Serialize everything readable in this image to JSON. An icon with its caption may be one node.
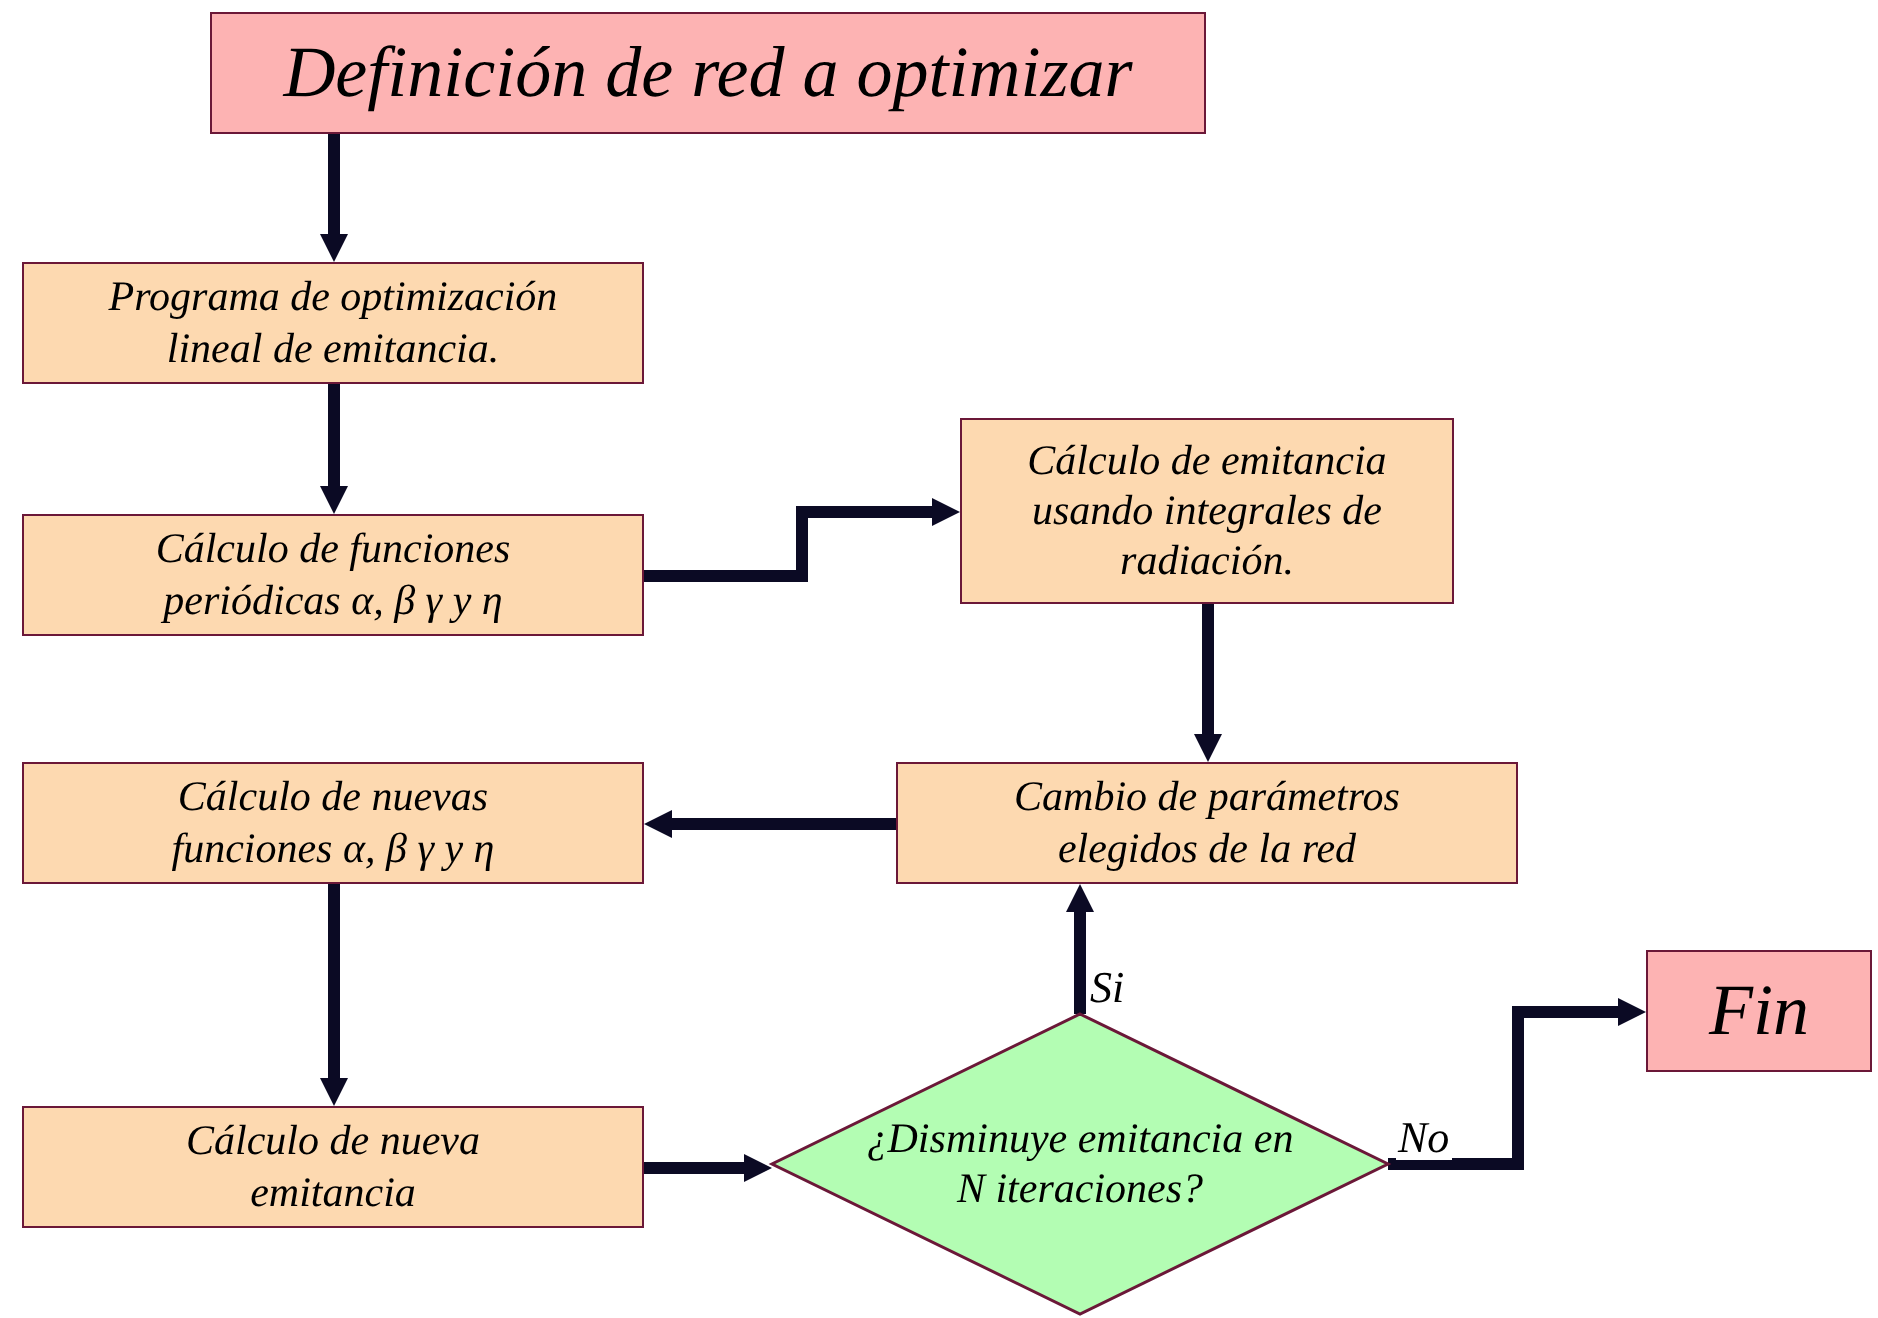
{
  "diagram": {
    "nodes": [
      {
        "text": [
          "Definición de red a optimizar"
        ]
      },
      {
        "text": [
          "Programa de optimización lineal de emitancia."
        ]
      },
      {
        "text": [
          "Cálculo de funciones periódicas α, β γ y η"
        ]
      },
      {
        "text": [
          "Cálculo de emitancia usando integrales de radiación."
        ]
      },
      {
        "text": [
          "Cambio de parámetros elegidos de la red"
        ]
      },
      {
        "text": [
          "Cálculo de nuevas funciones α, β γ y η"
        ]
      },
      {
        "text": [
          "Cálculo de nueva emitancia"
        ]
      },
      {
        "text": [
          "¿Disminuye emitancia en N iteraciones?"
        ]
      },
      {
        "text": [
          "Fin"
        ]
      }
    ],
    "edges": [
      {
        "from": 0,
        "to": 1,
        "arrow": "to"
      },
      {
        "from": 1,
        "to": 2,
        "arrow": "to"
      },
      {
        "from": 2,
        "to": 3,
        "arrow": "to"
      },
      {
        "from": 3,
        "to": 4,
        "arrow": "to"
      },
      {
        "from": 4,
        "to": 5,
        "arrow": "to"
      },
      {
        "from": 5,
        "to": 6,
        "arrow": "to"
      },
      {
        "from": 6,
        "to": 7,
        "arrow": "to"
      },
      {
        "from": 7,
        "to": 4,
        "arrow": "to",
        "label": "Si"
      },
      {
        "from": 7,
        "to": 8,
        "arrow": "to",
        "label": "No"
      }
    ]
  }
}
